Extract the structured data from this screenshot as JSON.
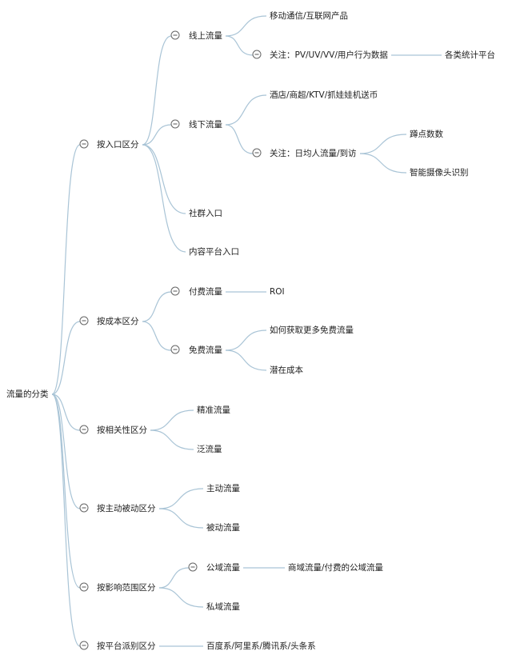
{
  "root": "流量的分类",
  "branches": [
    {
      "label": "按入口区分",
      "children": [
        {
          "label": "线上流量",
          "children": [
            {
              "label": "移动通信/互联网产品"
            },
            {
              "label": "关注：PV/UV/VV/用户行为数据",
              "children": [
                {
                  "label": "各类统计平台"
                }
              ]
            }
          ]
        },
        {
          "label": "线下流量",
          "children": [
            {
              "label": "酒店/商超/KTV/抓娃娃机送币"
            },
            {
              "label": "关注：日均人流量/到访",
              "children": [
                {
                  "label": "蹲点数数"
                },
                {
                  "label": "智能摄像头识别"
                }
              ]
            }
          ]
        },
        {
          "label": "社群入口"
        },
        {
          "label": "内容平台入口"
        }
      ]
    },
    {
      "label": "按成本区分",
      "children": [
        {
          "label": "付费流量",
          "children": [
            {
              "label": "ROI"
            }
          ]
        },
        {
          "label": "免费流量",
          "children": [
            {
              "label": "如何获取更多免费流量"
            },
            {
              "label": "潜在成本"
            }
          ]
        }
      ]
    },
    {
      "label": "按相关性区分",
      "children": [
        {
          "label": "精准流量"
        },
        {
          "label": "泛流量"
        }
      ]
    },
    {
      "label": "按主动被动区分",
      "children": [
        {
          "label": "主动流量"
        },
        {
          "label": "被动流量"
        }
      ]
    },
    {
      "label": "按影响范围区分",
      "children": [
        {
          "label": "公域流量",
          "children": [
            {
              "label": "商域流量/付费的公域流量"
            }
          ]
        },
        {
          "label": "私域流量"
        }
      ]
    },
    {
      "label": "按平台派别区分",
      "children": [
        {
          "label": "百度系/阿里系/腾讯系/头条系"
        }
      ]
    }
  ]
}
